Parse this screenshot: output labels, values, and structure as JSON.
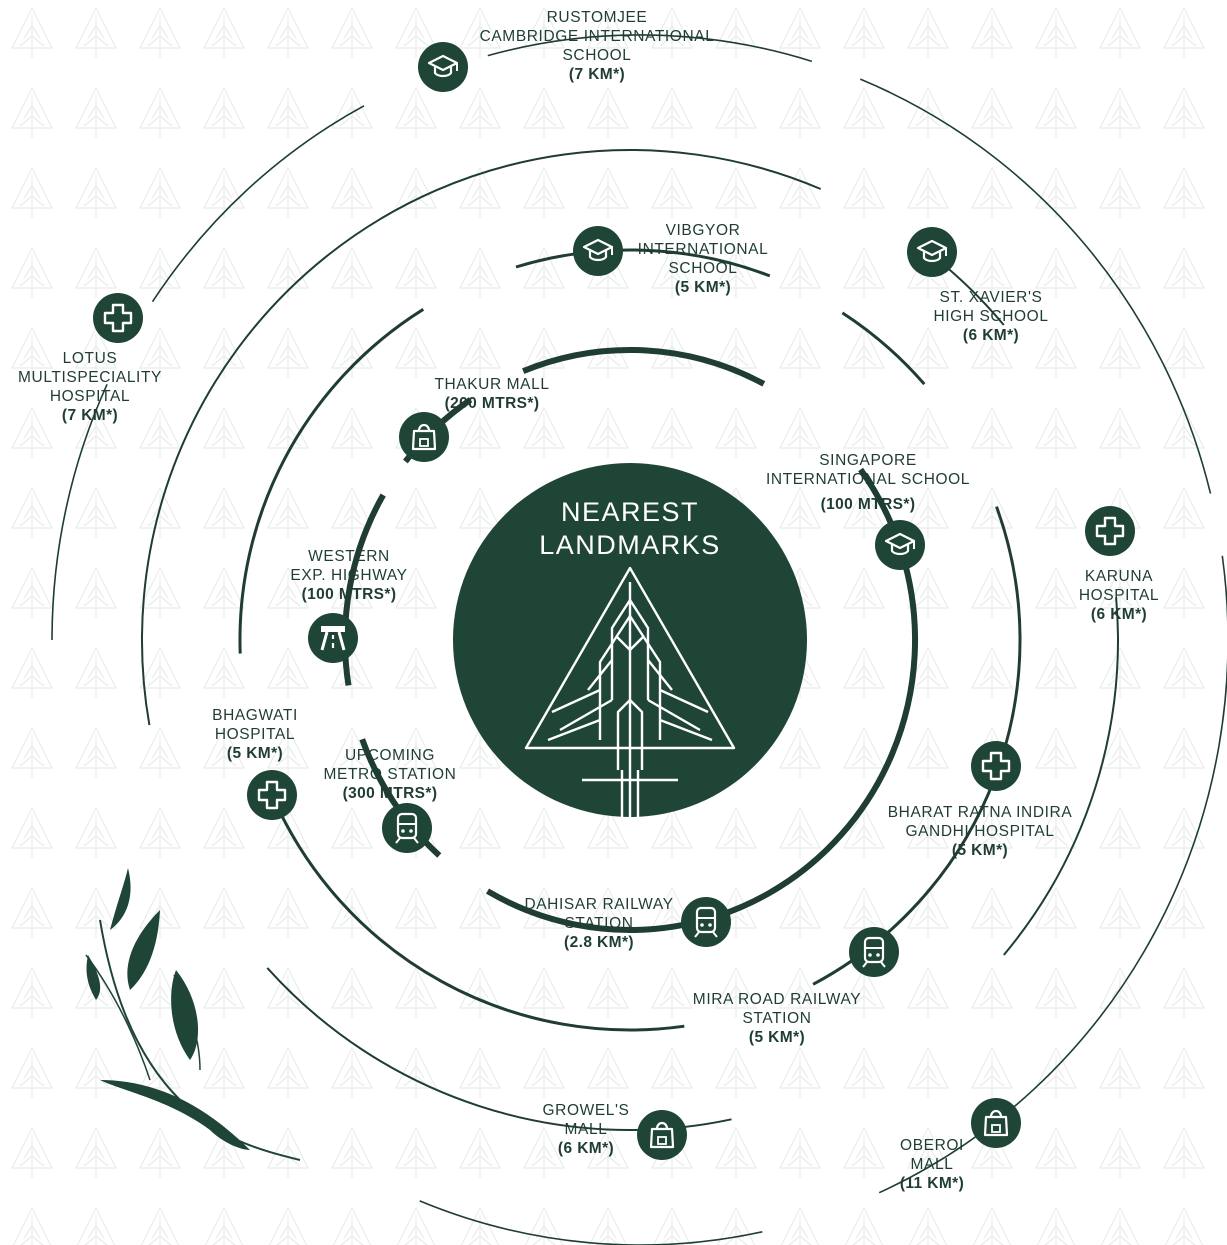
{
  "center": {
    "line1": "NEAREST",
    "line2": "LANDMARKS"
  },
  "colors": {
    "ring": "#1f3d32",
    "icon_bg": "#1f4537",
    "center_bg": "#1f4537",
    "leaf": "#1f4537",
    "pattern": "#eaeeec"
  },
  "landmarks": [
    {
      "id": "rustomjee",
      "type": "school-icon",
      "lines": [
        "RUSTOMJEE",
        "CAMBRIDGE INTERNATIONAL",
        "SCHOOL"
      ],
      "distance": "(7 KM*)"
    },
    {
      "id": "lotus",
      "type": "hospital-icon",
      "lines": [
        "LOTUS",
        "MULTISPECIALITY",
        "HOSPITAL"
      ],
      "distance": "(7 KM*)"
    },
    {
      "id": "vibgyor",
      "type": "school-icon",
      "lines": [
        "VIBGYOR",
        "INTERNATIONAL",
        "SCHOOL"
      ],
      "distance": "(5 KM*)"
    },
    {
      "id": "xavier",
      "type": "school-icon",
      "lines": [
        "ST. XAVIER'S",
        "HIGH SCHOOL"
      ],
      "distance": "(6 KM*)"
    },
    {
      "id": "thakur",
      "type": "mall-icon",
      "lines": [
        "THAKUR MALL"
      ],
      "distance": "(200 MTRS*)"
    },
    {
      "id": "singapore",
      "type": "school-icon",
      "lines": [
        "SINGAPORE",
        "INTERNATIONAL SCHOOL"
      ],
      "distance": "(100 MTRS*)"
    },
    {
      "id": "karuna",
      "type": "hospital-icon",
      "lines": [
        "KARUNA",
        "HOSPITAL"
      ],
      "distance": "(6 KM*)"
    },
    {
      "id": "western",
      "type": "highway-icon",
      "lines": [
        "WESTERN",
        "EXP. HIGHWAY"
      ],
      "distance": "(100 MTRS*)"
    },
    {
      "id": "bhagwati",
      "type": "hospital-icon",
      "lines": [
        "BHAGWATI",
        "HOSPITAL"
      ],
      "distance": "(5 KM*)"
    },
    {
      "id": "metro",
      "type": "train-icon",
      "lines": [
        "UPCOMING",
        "METRO STATION"
      ],
      "distance": "(300 MTRS*)"
    },
    {
      "id": "bharat",
      "type": "hospital-icon",
      "lines": [
        "BHARAT RATNA INDIRA",
        "GANDHI HOSPITAL"
      ],
      "distance": "(5 KM*)"
    },
    {
      "id": "dahisar",
      "type": "train-icon",
      "lines": [
        "DAHISAR RAILWAY",
        "STATION"
      ],
      "distance": "(2.8 KM*)"
    },
    {
      "id": "mira",
      "type": "train-icon",
      "lines": [
        "MIRA ROAD RAILWAY",
        "STATION"
      ],
      "distance": "(5 KM*)"
    },
    {
      "id": "growel",
      "type": "mall-icon",
      "lines": [
        "GROWEL'S",
        "MALL"
      ],
      "distance": "(6 KM*)"
    },
    {
      "id": "oberoi",
      "type": "mall-icon",
      "lines": [
        "OBEROI",
        "MALL"
      ],
      "distance": "(11 KM*)"
    }
  ]
}
